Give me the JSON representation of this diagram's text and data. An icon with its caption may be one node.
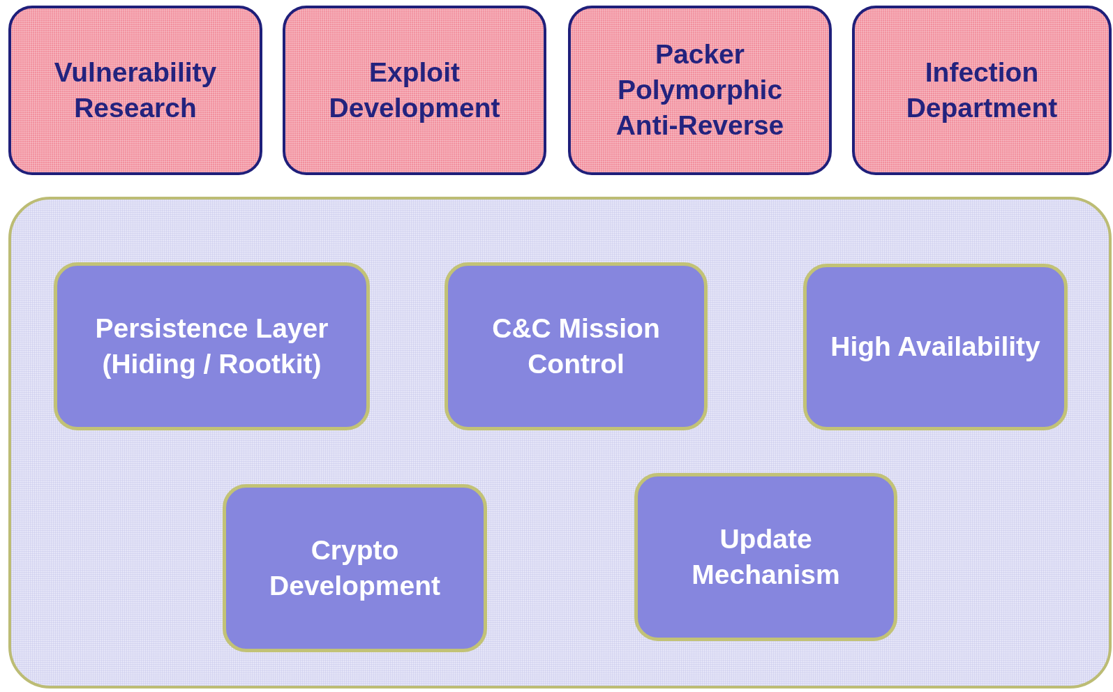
{
  "diagram": {
    "nodes": [
      {
        "text": [
          "Vulnerability Research"
        ]
      },
      {
        "text": [
          "Exploit Development"
        ]
      },
      {
        "text": [
          "Packer Polymorphic Anti-Reverse"
        ]
      },
      {
        "text": [
          "Infection Department"
        ]
      },
      {
        "text": [],
        "shape": "box"
      },
      {
        "text": [
          "Persistence Layer (Hiding / Rootkit)"
        ],
        "in": 4
      },
      {
        "text": [
          "C&C Mission Control"
        ],
        "in": 4
      },
      {
        "text": [
          "High Availability"
        ],
        "in": 4
      },
      {
        "text": [
          "Crypto Development"
        ],
        "in": 4
      },
      {
        "text": [
          "Update Mechanism"
        ],
        "in": 4
      }
    ]
  }
}
